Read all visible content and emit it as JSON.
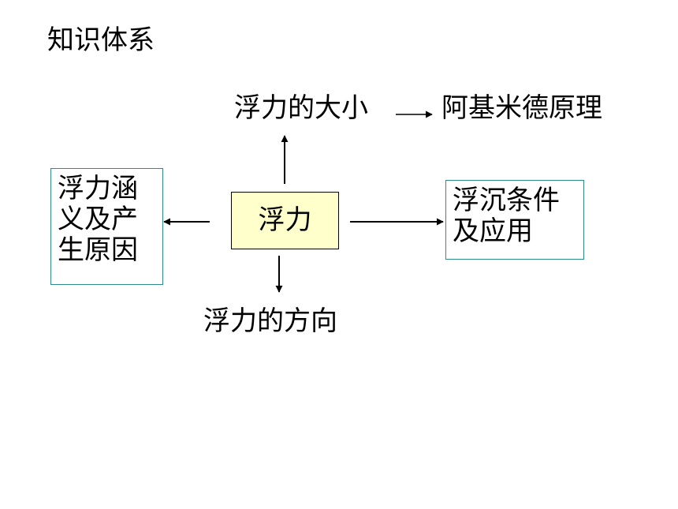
{
  "title": "知识体系",
  "center": "浮力",
  "top_label": "浮力的大小",
  "top_right_label": "阿基米德原理",
  "bottom_label": "浮力的方向",
  "left_box": "浮力涵义及产生原因",
  "right_box": "浮沉条件及应用",
  "colors": {
    "center_fill": "#ffffcc",
    "box_border": "#2e8b8b",
    "arrow": "#000000"
  }
}
